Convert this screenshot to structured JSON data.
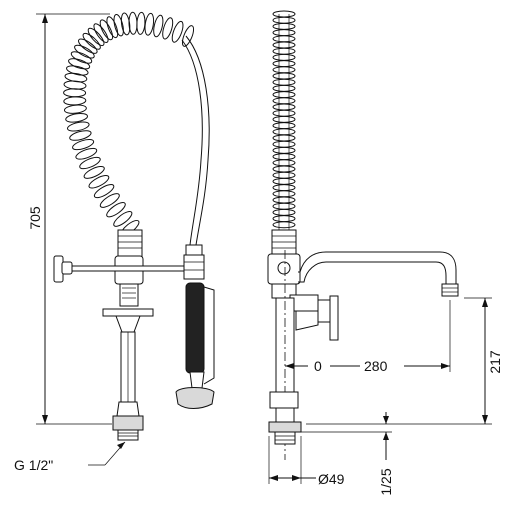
{
  "dimensions": {
    "overall_height": "705",
    "thread": "G 1/2\"",
    "spout_offset_zero": "0",
    "spout_reach": "280",
    "spout_height": "217",
    "base_diameter": "Ø49",
    "thread_fraction": "1/25"
  }
}
